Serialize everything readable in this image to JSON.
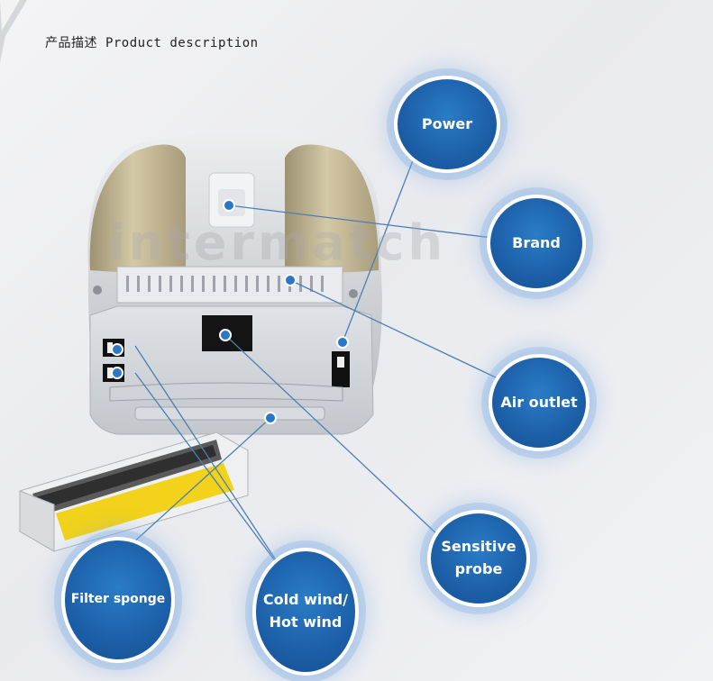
{
  "header": {
    "title_cn": "产品描述",
    "title_en": "Product description"
  },
  "watermark": "intermatch",
  "labels": {
    "power": "Power",
    "brand": "Brand",
    "air_outlet": "Air outlet",
    "sensitive_probe_line1": "Sensitive",
    "sensitive_probe_line2": "probe",
    "cold_hot_line1": "Cold wind/",
    "cold_hot_line2": "Hot wind",
    "filter_sponge": "Filter sponge"
  },
  "colors": {
    "bubble_blue": "#1c5fa8",
    "leader_line": "#4a7fb5",
    "dryer_silver": "#cfd2d6",
    "dryer_gold": "#b9ad8a",
    "warning_yellow": "#f2d21a"
  }
}
